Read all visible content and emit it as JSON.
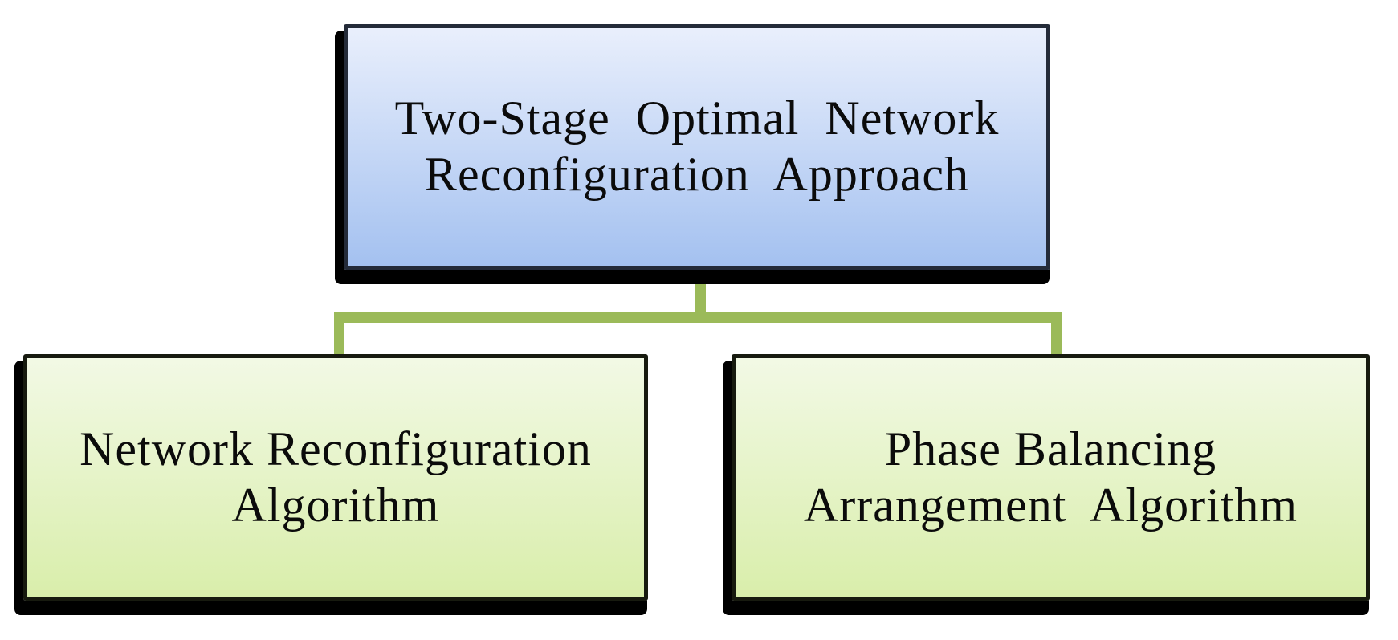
{
  "theme": {
    "background": "#ffffff",
    "connector_green": "#9bba59",
    "root_fill_top": "#e9effc",
    "root_fill_bottom": "#a4c1f0",
    "root_border": "#242b39",
    "child_fill_top": "#f2f9e5",
    "child_fill_bottom": "#d9eeab",
    "child_border": "#171a0f",
    "shadow": "#000000",
    "text": "#0b0b0b"
  },
  "diagram": {
    "type": "hierarchy",
    "root_node": {
      "label": "Two-Stage  Optimal  Network\nReconfiguration  Approach"
    },
    "child_nodes": [
      {
        "label": "Network Reconfiguration\nAlgorithm"
      },
      {
        "label": "Phase Balancing\nArrangement  Algorithm"
      }
    ]
  }
}
